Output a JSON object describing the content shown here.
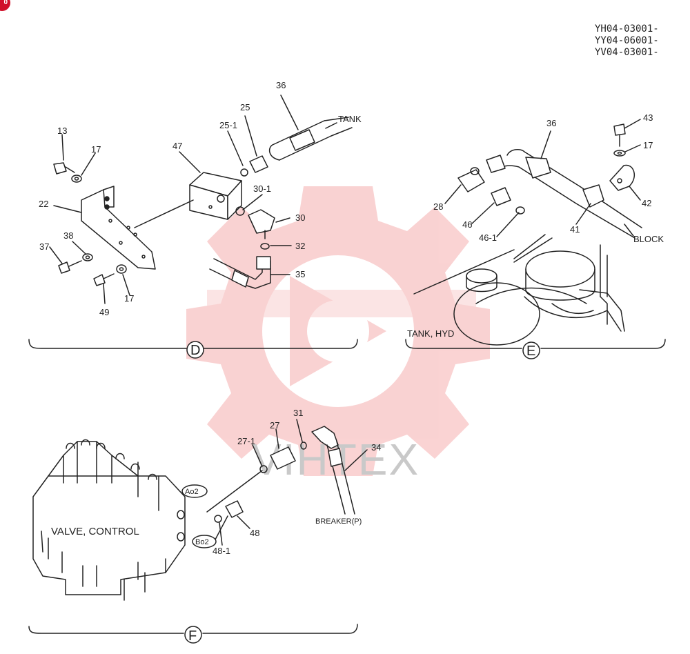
{
  "corner_badge": "0",
  "serial_numbers": [
    "YH04-03001-",
    "YY04-06001-",
    "YV04-03001-"
  ],
  "watermark_text": "VIHTEX",
  "colors": {
    "line": "#222222",
    "watermark_gear": "#f08080",
    "watermark_text": "#c9c9c9",
    "badge": "#d0102a"
  },
  "sections": {
    "D": {
      "letter": "D",
      "parts": [
        "13",
        "17",
        "22",
        "38",
        "37",
        "49",
        "17",
        "47",
        "25-1",
        "25",
        "36",
        "30-1",
        "30",
        "32",
        "35"
      ],
      "notes": [
        "TANK"
      ]
    },
    "E": {
      "letter": "E",
      "parts": [
        "36",
        "43",
        "17",
        "28",
        "46",
        "46-1",
        "41",
        "42"
      ],
      "notes": [
        "BLOCK",
        "TANK, HYD"
      ]
    },
    "F": {
      "letter": "F",
      "parts": [
        "31",
        "27",
        "27-1",
        "34",
        "48",
        "48-1"
      ],
      "ports": [
        "Ao2",
        "Bo2"
      ],
      "notes": [
        "VALVE, CONTROL",
        "BREAKER(P)"
      ]
    }
  }
}
